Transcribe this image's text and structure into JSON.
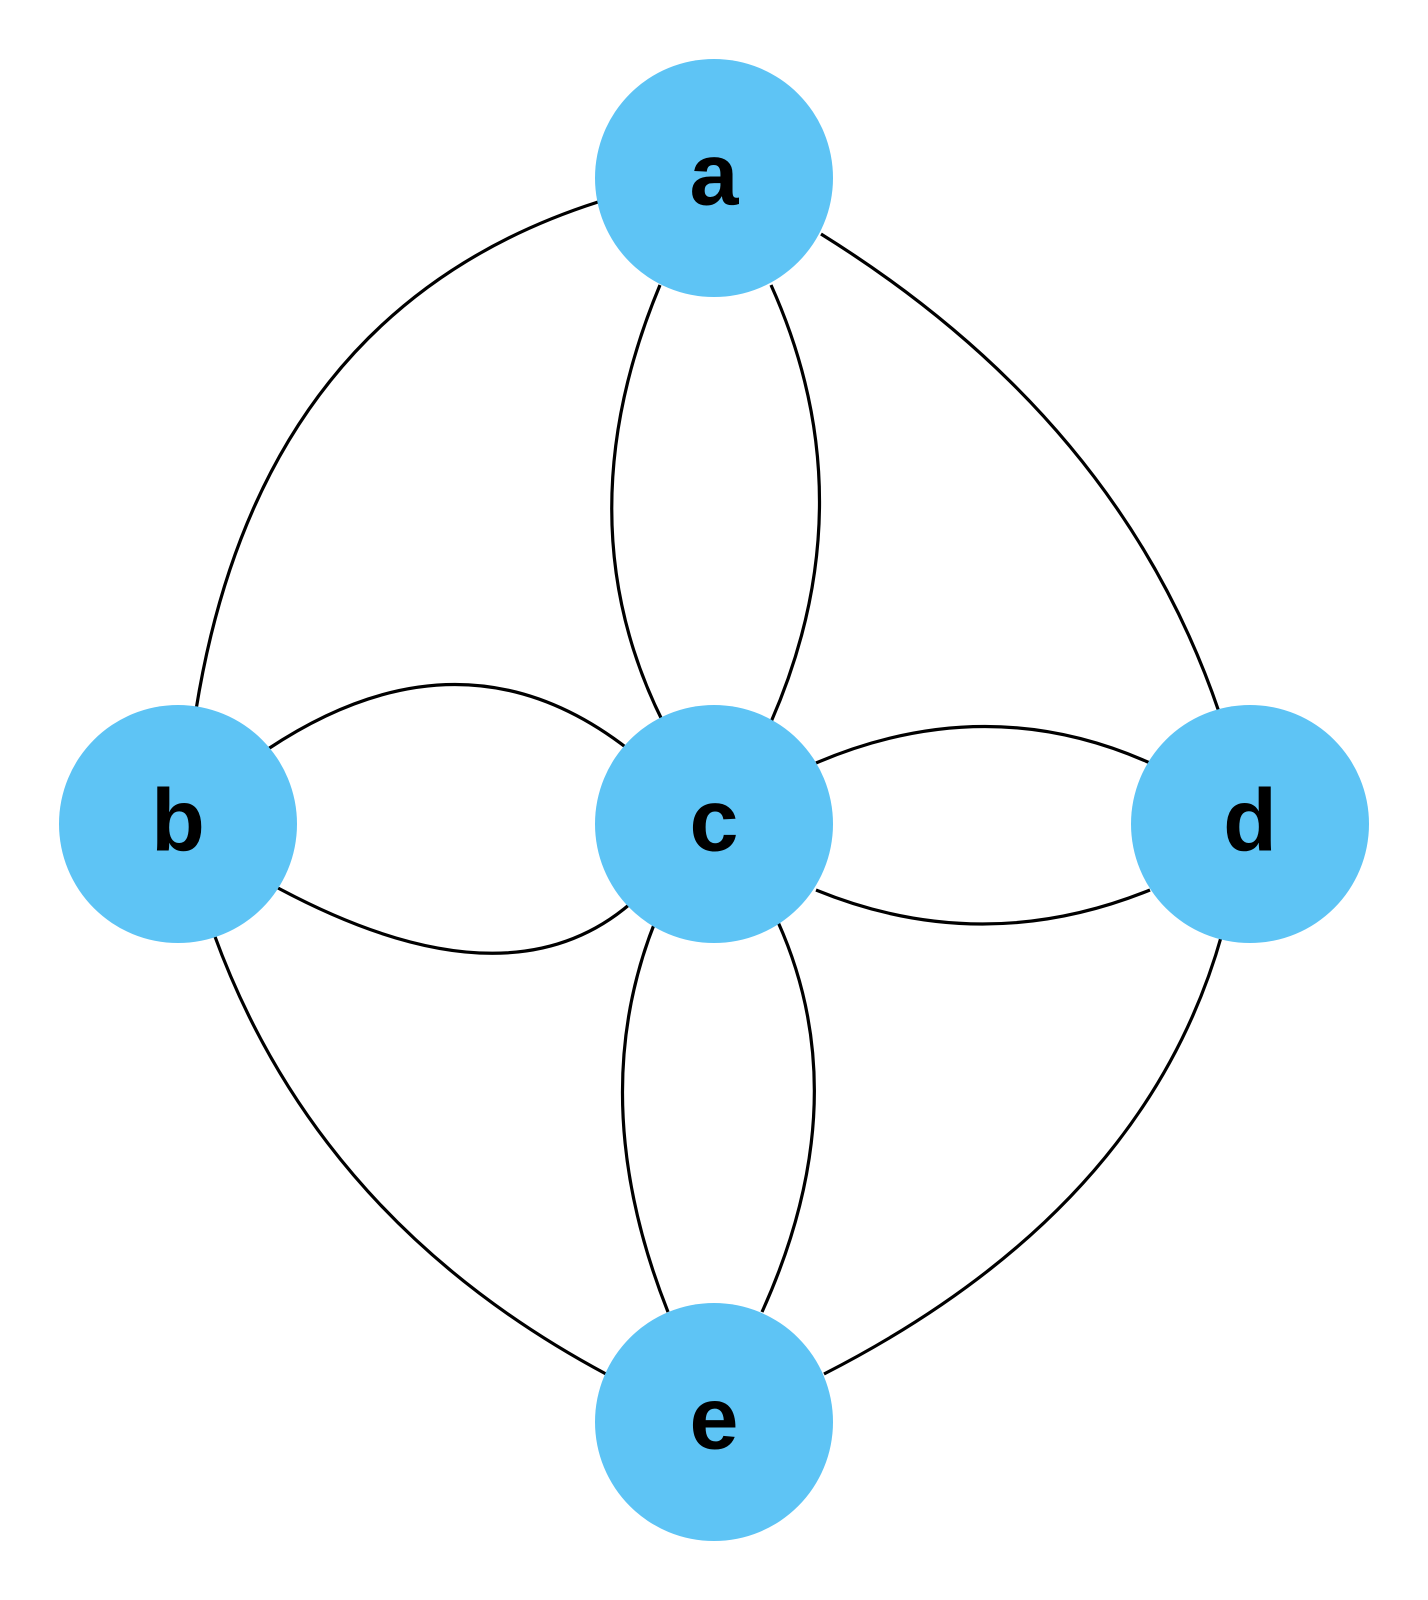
{
  "colors": {
    "node_fill": "#5EC4F5",
    "edge_stroke": "#000000",
    "background": "#FFFFFF"
  },
  "graph": {
    "nodes": [
      {
        "id": "a",
        "label": "a"
      },
      {
        "id": "b",
        "label": "b"
      },
      {
        "id": "c",
        "label": "c"
      },
      {
        "id": "d",
        "label": "d"
      },
      {
        "id": "e",
        "label": "e"
      }
    ],
    "edges": [
      {
        "source": "a",
        "target": "b"
      },
      {
        "source": "a",
        "target": "c"
      },
      {
        "source": "a",
        "target": "c"
      },
      {
        "source": "a",
        "target": "d"
      },
      {
        "source": "b",
        "target": "c"
      },
      {
        "source": "b",
        "target": "c"
      },
      {
        "source": "b",
        "target": "e"
      },
      {
        "source": "c",
        "target": "d"
      },
      {
        "source": "c",
        "target": "d"
      },
      {
        "source": "c",
        "target": "e"
      },
      {
        "source": "c",
        "target": "e"
      },
      {
        "source": "d",
        "target": "e"
      }
    ]
  }
}
